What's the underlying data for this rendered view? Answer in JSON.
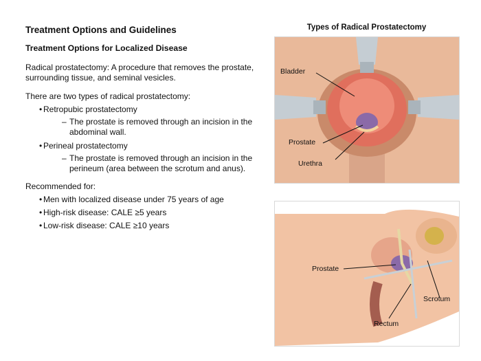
{
  "heading": "Treatment Options and Guidelines",
  "subheading": "Treatment Options for Localized Disease",
  "definition": "Radical prostatectomy: A procedure that removes the prostate, surrounding tissue, and seminal vesicles.",
  "types_intro": "There are two types of radical prostatectomy:",
  "types": [
    {
      "name": "Retropubic prostatectomy",
      "detail": "The prostate is removed through an incision in the abdominal wall."
    },
    {
      "name": "Perineal prostatectomy",
      "detail": "The prostate is removed through an incision in the perineum (area between the scrotum and anus)."
    }
  ],
  "recommended_intro": "Recommended for:",
  "recommended": [
    "Men with localized disease under 75 years of age",
    "High-risk disease: CALE ≥5 years",
    "Low-risk disease: CALE ≥10 years"
  ],
  "figure": {
    "title": "Types of Radical Prostatectomy",
    "panel1_labels": {
      "bladder": "Bladder",
      "prostate": "Prostate",
      "urethra": "Urethra"
    },
    "panel2_labels": {
      "prostate": "Prostate",
      "scrotum": "Scrotum",
      "rectum": "Rectum"
    }
  }
}
